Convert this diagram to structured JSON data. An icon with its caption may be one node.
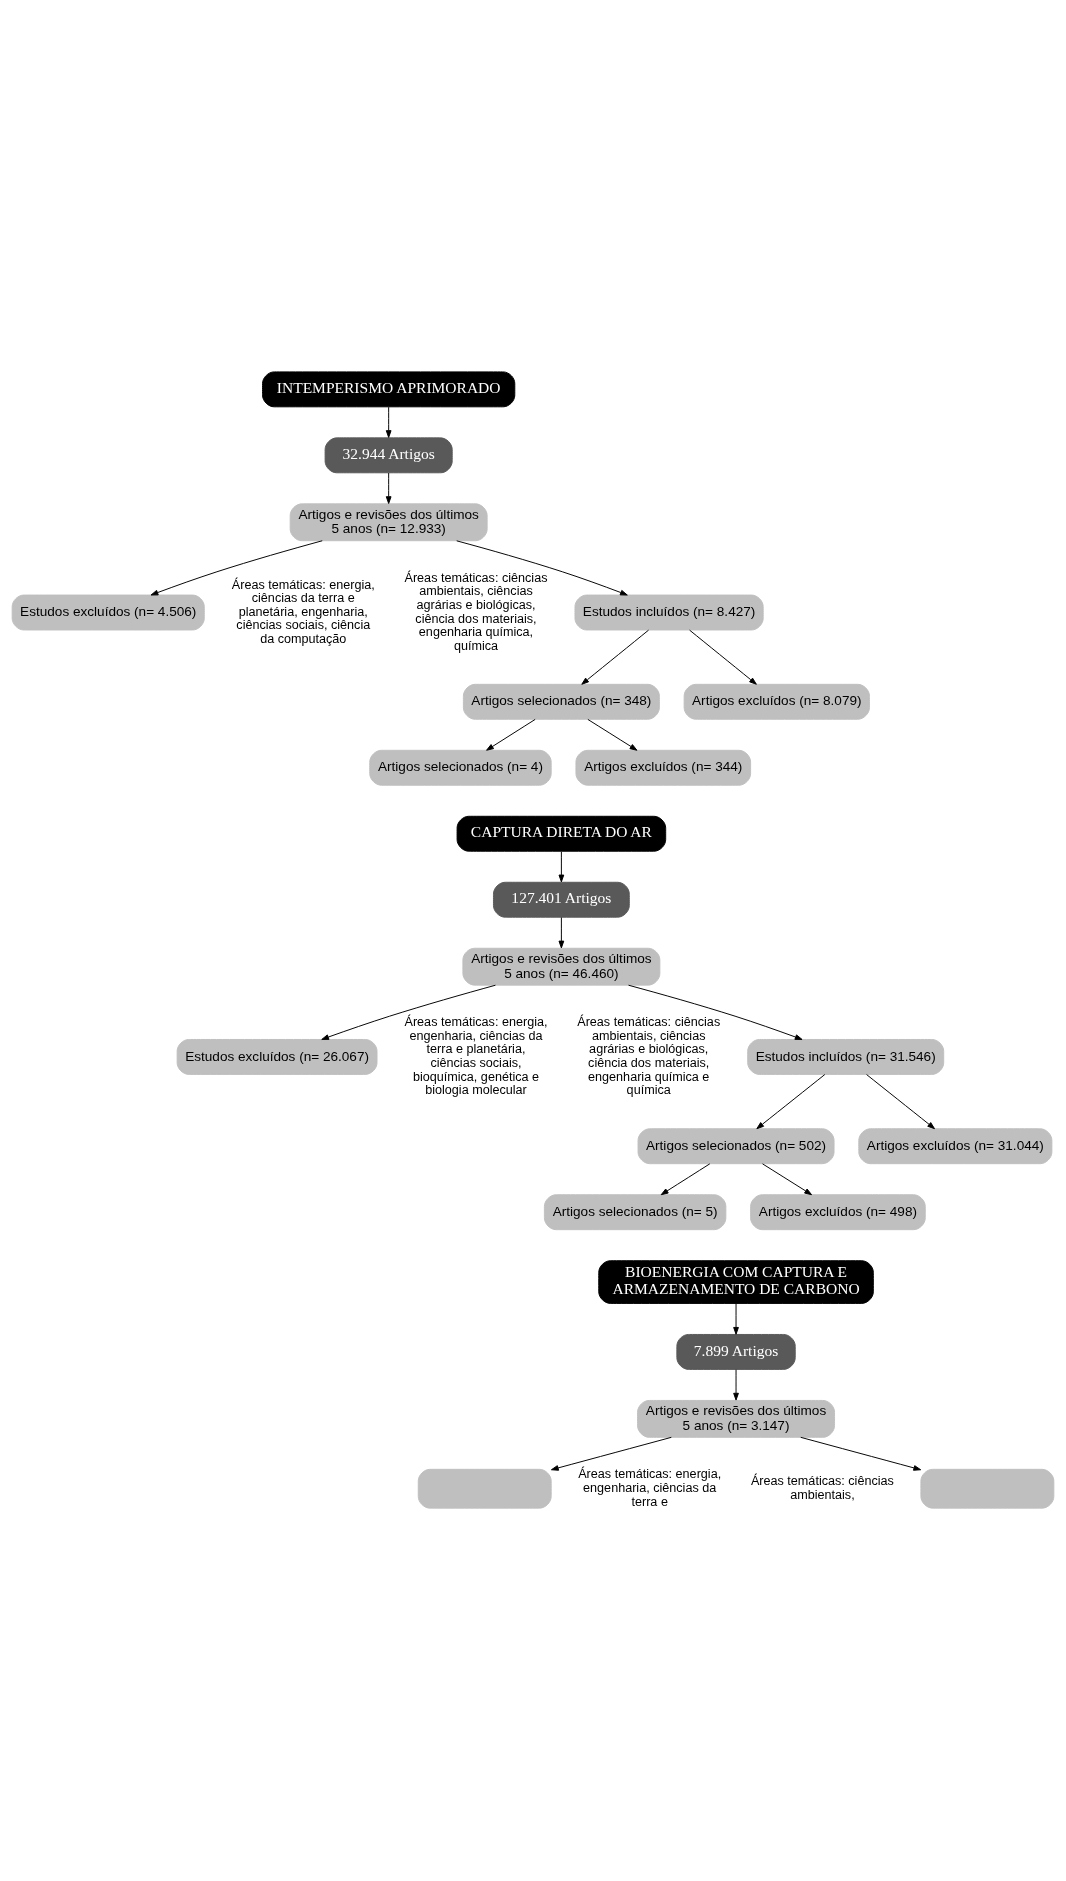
{
  "diagram": {
    "nodes": [
      {
        "text": [
          "INTEMPERISMO APRIMORADO"
        ]
      },
      {
        "text": [
          "32.944 Artigos"
        ]
      },
      {
        "text": [
          "Artigos e revisões dos últimos 5 anos (n= 12.933)"
        ]
      },
      {
        "text": [
          "Estudos incluídos (n= 8.427)"
        ],
        "beside": [
          "Áreas temáticas: ciências ambientais, ciências agrárias e biológicas, ciência dos materiais, engenharia química, química"
        ]
      },
      {
        "text": [
          "Estudos excluídos (n= 4.506)"
        ],
        "beside": [
          "Áreas temáticas: energia, ciências da terra e planetária, engenharia, ciências sociais, ciência da computação"
        ]
      },
      {
        "text": [
          "Artigos selecionados (n= 348)"
        ]
      },
      {
        "text": [
          "Artigos excluídos (n= 8.079)"
        ]
      },
      {
        "text": [
          "Artigos selecionados (n= 4)"
        ]
      },
      {
        "text": [
          "Artigos excluídos (n= 344)"
        ]
      },
      {
        "text": [
          "CAPTURA DIRETA DO AR"
        ]
      },
      {
        "text": [
          "127.401 Artigos"
        ]
      },
      {
        "text": [
          "Artigos e revisões dos últimos 5 anos (n= 46.460)"
        ]
      },
      {
        "text": [
          "Estudos incluídos (n= 31.546)"
        ],
        "beside": [
          "Áreas temáticas: ciências ambientais, ciências agrárias e biológicas, ciência dos materiais, engenharia química e química"
        ]
      },
      {
        "text": [
          "Estudos excluídos (n= 26.067)"
        ],
        "beside": [
          "Áreas temáticas: energia, engenharia, ciências da terra e planetária, ciências sociais, bioquímica, genética e biologia molecular"
        ]
      },
      {
        "text": [
          "Artigos selecionados (n= 502)"
        ]
      },
      {
        "text": [
          "Artigos excluídos (n= 31.044)"
        ]
      },
      {
        "text": [
          "Artigos selecionados (n= 5)"
        ]
      },
      {
        "text": [
          "Artigos excluídos (n= 498)"
        ]
      },
      {
        "text": [
          "BIOENERGIA COM CAPTURA E ARMAZENAMENTO DE CARBONO"
        ]
      },
      {
        "text": [
          "7.899 Artigos"
        ]
      },
      {
        "text": [
          "Artigos e revisões dos últimos 5 anos (n= 3.147)"
        ]
      },
      {
        "text": [],
        "shape": "box",
        "beside": [
          "Áreas temáticas: ciências ambientais,"
        ]
      },
      {
        "text": [],
        "shape": "box",
        "beside": [
          "Áreas temáticas: energia, engenharia, ciências da terra e"
        ]
      }
    ],
    "edges": [
      {
        "from": 0,
        "to": 1,
        "arrow": "to"
      },
      {
        "from": 1,
        "to": 2,
        "arrow": "to"
      },
      {
        "from": 2,
        "to": 3,
        "arrow": "to"
      },
      {
        "from": 2,
        "to": 4,
        "arrow": "to"
      },
      {
        "from": 3,
        "to": 5,
        "arrow": "to"
      },
      {
        "from": 3,
        "to": 6,
        "arrow": "to"
      },
      {
        "from": 5,
        "to": 7,
        "arrow": "to"
      },
      {
        "from": 5,
        "to": 8,
        "arrow": "to"
      },
      {
        "from": 9,
        "to": 10,
        "arrow": "to"
      },
      {
        "from": 10,
        "to": 11,
        "arrow": "to"
      },
      {
        "from": 11,
        "to": 12,
        "arrow": "to"
      },
      {
        "from": 11,
        "to": 13,
        "arrow": "to"
      },
      {
        "from": 12,
        "to": 14,
        "arrow": "to"
      },
      {
        "from": 12,
        "to": 15,
        "arrow": "to"
      },
      {
        "from": 14,
        "to": 16,
        "arrow": "to"
      },
      {
        "from": 14,
        "to": 17,
        "arrow": "to"
      },
      {
        "from": 18,
        "to": 19,
        "arrow": "to"
      },
      {
        "from": 19,
        "to": 20,
        "arrow": "to"
      },
      {
        "from": 20,
        "to": 21,
        "arrow": "to"
      },
      {
        "from": 20,
        "to": 22,
        "arrow": "to"
      }
    ]
  }
}
